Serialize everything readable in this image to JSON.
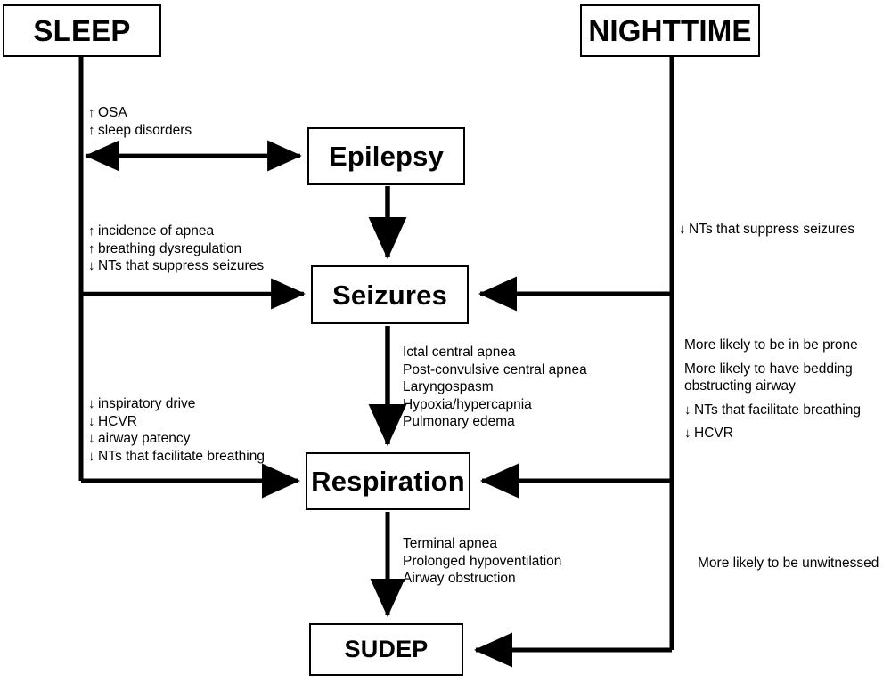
{
  "diagram": {
    "title": "SUDEP pathophysiology flow diagram",
    "stroke_color": "#000000",
    "background_color": "#ffffff"
  },
  "nodes": {
    "sleep": "SLEEP",
    "nighttime": "NIGHTTIME",
    "epilepsy": "Epilepsy",
    "seizures": "Seizures",
    "respiration": "Respiration",
    "sudep": "SUDEP"
  },
  "annotations": {
    "sleep_epilepsy": {
      "lines": [
        {
          "arrow": "↑",
          "text": "OSA"
        },
        {
          "arrow": "↑",
          "text": "sleep disorders"
        }
      ]
    },
    "sleep_seizures": {
      "lines": [
        {
          "arrow": "↑",
          "text": "incidence of apnea"
        },
        {
          "arrow": "↑",
          "text": "breathing dysregulation"
        },
        {
          "arrow": "↓",
          "text": "NTs that suppress seizures"
        }
      ]
    },
    "sleep_respiration": {
      "lines": [
        {
          "arrow": "↓",
          "text": "inspiratory drive"
        },
        {
          "arrow": "↓",
          "text": "HCVR"
        },
        {
          "arrow": "↓",
          "text": "airway patency"
        },
        {
          "arrow": "↓",
          "text": "NTs that facilitate breathing"
        }
      ]
    },
    "seizures_respiration": {
      "lines": [
        {
          "arrow": "",
          "text": "Ictal central apnea"
        },
        {
          "arrow": "",
          "text": "Post-convulsive  central apnea"
        },
        {
          "arrow": "",
          "text": "Laryngospasm"
        },
        {
          "arrow": "",
          "text": "Hypoxia/hypercapnia"
        },
        {
          "arrow": "",
          "text": "Pulmonary edema"
        }
      ]
    },
    "respiration_sudep": {
      "lines": [
        {
          "arrow": "",
          "text": "Terminal  apnea"
        },
        {
          "arrow": "",
          "text": "Prolonged  hypoventilation"
        },
        {
          "arrow": "",
          "text": "Airway obstruction"
        }
      ]
    },
    "nighttime_seizures": {
      "lines": [
        {
          "arrow": "↓",
          "text": "NTs that suppress seizures"
        }
      ]
    },
    "nighttime_respiration": {
      "lines": [
        {
          "arrow": "",
          "text": "More likely to be in be prone"
        },
        {
          "arrow": "",
          "text": "More likely to have bedding obstructing airway"
        },
        {
          "arrow": "↓",
          "text": "NTs that facilitate breathing"
        },
        {
          "arrow": "↓",
          "text": "HCVR"
        }
      ]
    },
    "nighttime_sudep": {
      "lines": [
        {
          "arrow": "",
          "text": "More likely to be unwitnessed"
        }
      ]
    }
  },
  "edges": [
    {
      "from": "sleep",
      "to": "epilepsy",
      "kind": "bidirectional"
    },
    {
      "from": "sleep",
      "to": "seizures",
      "kind": "directed"
    },
    {
      "from": "sleep",
      "to": "respiration",
      "kind": "directed"
    },
    {
      "from": "epilepsy",
      "to": "seizures",
      "kind": "directed"
    },
    {
      "from": "seizures",
      "to": "respiration",
      "kind": "directed"
    },
    {
      "from": "respiration",
      "to": "sudep",
      "kind": "directed"
    },
    {
      "from": "nighttime",
      "to": "seizures",
      "kind": "directed"
    },
    {
      "from": "nighttime",
      "to": "respiration",
      "kind": "directed"
    },
    {
      "from": "nighttime",
      "to": "sudep",
      "kind": "directed"
    }
  ]
}
